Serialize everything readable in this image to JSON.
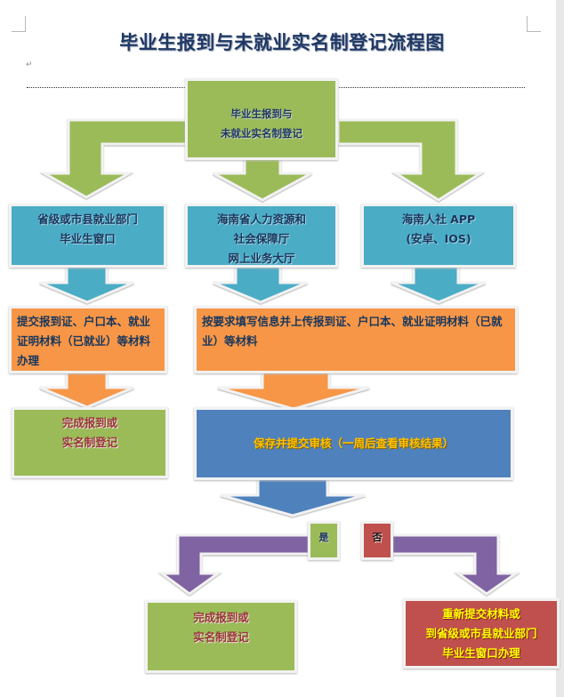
{
  "document": {
    "title": "毕业生报到与未就业实名制登记流程图"
  },
  "colors": {
    "green": "#9bbb59",
    "teal": "#4bacc6",
    "orange": "#f79646",
    "blue": "#4f81bd",
    "red": "#c0504d",
    "purple": "#8064a2",
    "title": "#1f3864"
  },
  "flow": {
    "start": {
      "lines": [
        "毕业生报到与",
        "未就业实名制登记"
      ]
    },
    "channels": [
      {
        "lines": [
          "省级或市县就业部门",
          "毕业生窗口"
        ]
      },
      {
        "lines": [
          "海南省人力资源和",
          "社会保障厅",
          "网上业务大厅"
        ]
      },
      {
        "lines": [
          "海南人社 APP",
          "(安卓、IOS)"
        ]
      }
    ],
    "offline_submit": {
      "text": "提交报到证、户口本、就业证明材料（已就业）等材料办理"
    },
    "online_submit": {
      "text": "按要求填写信息并上传报到证、户口本、就业证明材料（已就业）等材料"
    },
    "offline_done": {
      "lines": [
        "完成报到或",
        "实名制登记"
      ]
    },
    "review": {
      "text": "保存并提交审核（一周后查看审核结果）"
    },
    "decision": {
      "yes": "是",
      "no": "否"
    },
    "yes_result": {
      "lines": [
        "完成报到或",
        "实名制登记"
      ]
    },
    "no_result": {
      "lines": [
        "重新提交材料或",
        "到省级或市县就业部门",
        "毕业生窗口办理"
      ]
    }
  }
}
